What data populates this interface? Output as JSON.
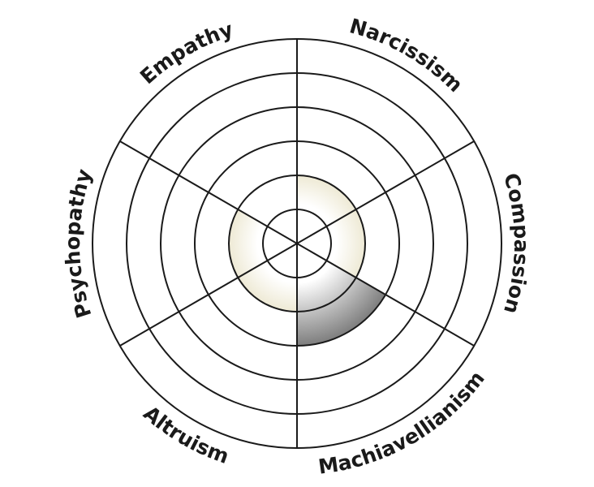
{
  "chart_data": {
    "type": "polar-area",
    "title": "",
    "categories": [
      "Narcissism",
      "Compassion",
      "Machiavellianism",
      "Altruism",
      "Psychopathy",
      "Empathy"
    ],
    "values": [
      2,
      2,
      3,
      2,
      2,
      1
    ],
    "rlim": [
      0,
      6
    ],
    "ring_levels": [
      1,
      2,
      3,
      4,
      5,
      6
    ],
    "grid": true,
    "legend": "none",
    "category_colors": {
      "Narcissism": "#b8a650",
      "Compassion": "#b8a650",
      "Machiavellianism": "#0a0a0a",
      "Altruism": "#b8a650",
      "Psychopathy": "#b8a650",
      "Empathy": "#0a0a0a"
    }
  }
}
